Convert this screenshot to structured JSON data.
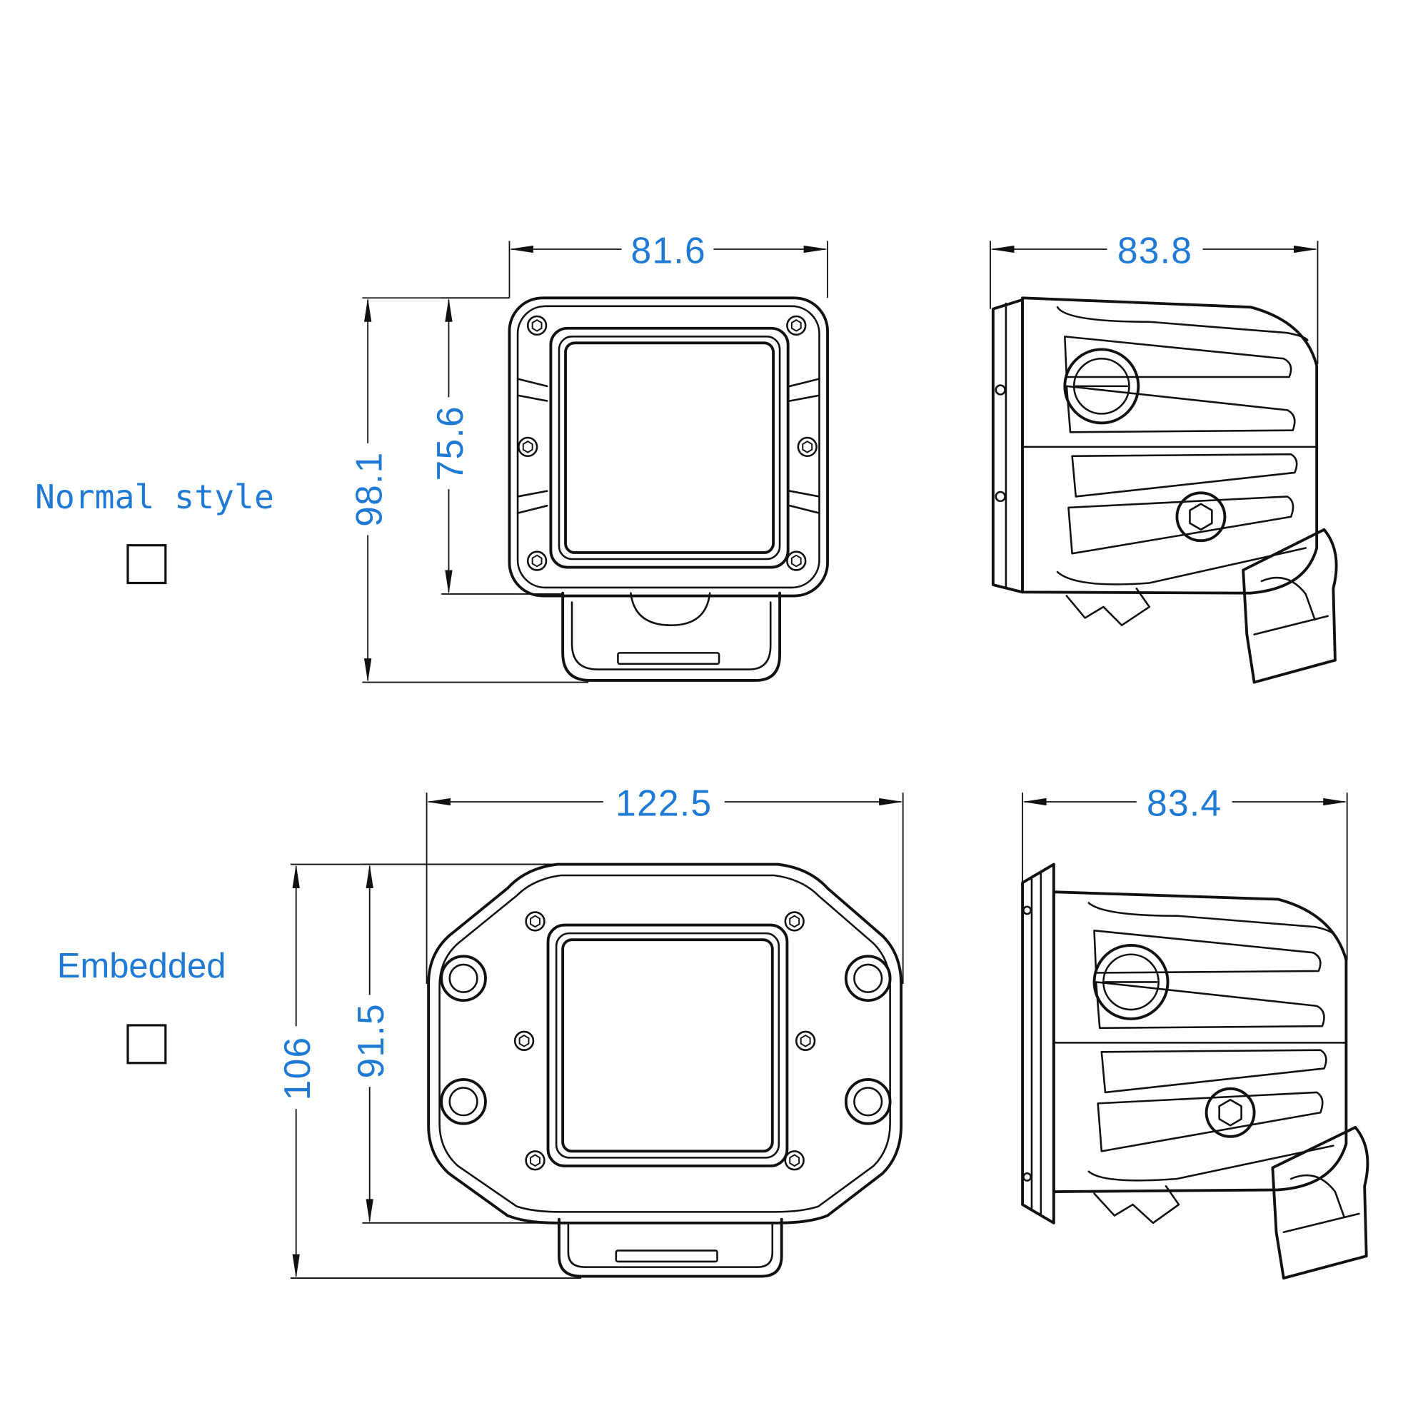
{
  "labels": {
    "normal_style": "Normal style",
    "embedded": "Embedded"
  },
  "dimensions": {
    "top_front_width": "81.6",
    "top_side_width": "83.8",
    "top_total_height": "98.1",
    "top_housing_height": "75.6",
    "bottom_front_width": "122.5",
    "bottom_side_width": "83.4",
    "bottom_total_height": "106",
    "bottom_housing_height": "91.5"
  },
  "colors": {
    "dimension_text": "#1f7ad6",
    "line": "#111111"
  }
}
